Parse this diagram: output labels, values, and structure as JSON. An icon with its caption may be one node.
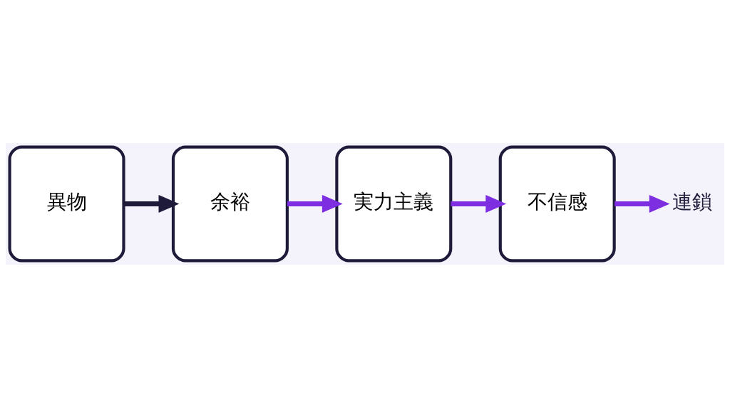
{
  "diagram": {
    "nodes": [
      {
        "text": [
          "異物"
        ]
      },
      {
        "text": [
          "余裕"
        ]
      },
      {
        "text": [
          "実力主義"
        ]
      },
      {
        "text": [
          "不信感"
        ]
      },
      {
        "text": [
          "連鎖"
        ]
      }
    ],
    "edges": [
      {
        "from": 0,
        "to": 1,
        "arrow": "to",
        "color": "#1e1b3a"
      },
      {
        "from": 1,
        "to": 2,
        "arrow": "to"
      },
      {
        "from": 2,
        "to": 3,
        "arrow": "to"
      },
      {
        "from": 3,
        "to": 4,
        "arrow": "to"
      }
    ]
  }
}
